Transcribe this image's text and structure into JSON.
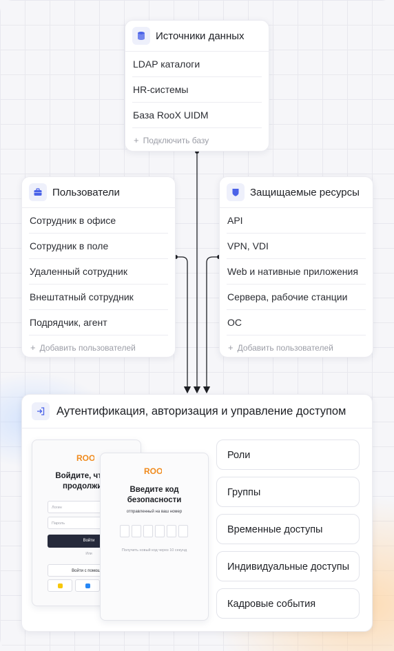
{
  "data_sources": {
    "title": "Источники данных",
    "icon": "database-icon",
    "items": [
      "LDAP каталоги",
      "HR-системы",
      "База RooX UIDM"
    ],
    "add_label": "Подключить базу"
  },
  "users": {
    "title": "Пользователи",
    "icon": "briefcase-icon",
    "items": [
      "Сотрудник в офисе",
      "Сотрудник в поле",
      "Удаленный сотрудник",
      "Внештатный сотрудник",
      "Подрядчик, агент"
    ],
    "add_label": "Добавить пользователей"
  },
  "resources": {
    "title": "Защищаемые ресурсы",
    "icon": "shield-icon",
    "items": [
      "API",
      "VPN, VDI",
      "Web и нативные приложения",
      "Сервера, рабочие станции",
      "ОС"
    ],
    "add_label": "Добавить пользователей"
  },
  "auth": {
    "title": "Аутентификация, авторизация и управление доступом",
    "icon": "login-icon",
    "features": [
      "Роли",
      "Группы",
      "Временные доступы",
      "Индивидуальные доступы",
      "Кадровые события"
    ]
  },
  "login_mock": {
    "heading": "Войдите, чтобы продолжить",
    "login_placeholder": "Логин",
    "password_placeholder": "Пароль",
    "submit": "Войти",
    "or": "Или",
    "alt_login": "Войти с помощью"
  },
  "code_mock": {
    "heading": "Введите код безопасности",
    "sub": "отправленный на ваш номер",
    "resend": "Получить новый код через 10 секунд"
  },
  "colors": {
    "accent": "#4a62e8",
    "brand_orange": "#f08a1c",
    "dark_button": "#262a3b",
    "line": "#1d1f24"
  }
}
